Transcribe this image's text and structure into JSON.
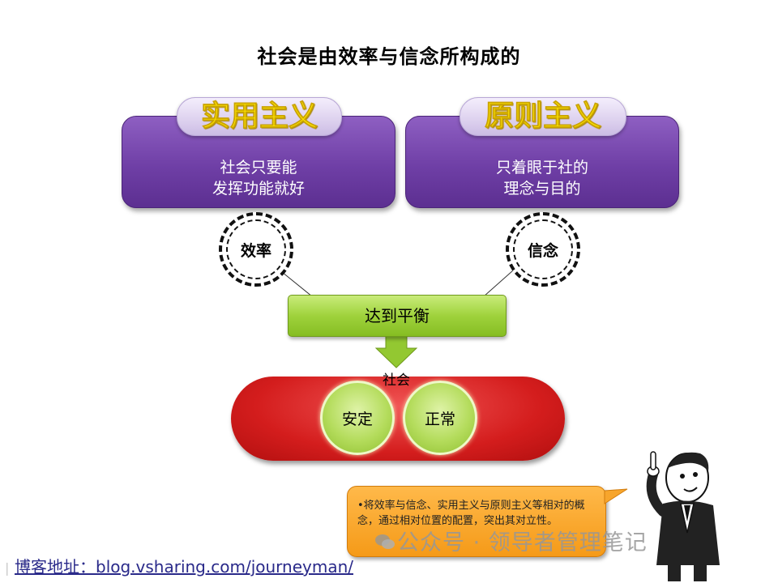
{
  "title": "社会是由效率与信念所构成的",
  "left": {
    "header": "实用主义",
    "body_line1": "社会只要能",
    "body_line2": "发挥功能就好",
    "circle": "效率"
  },
  "right": {
    "header": "原则主义",
    "body_line1": "只着眼于社的",
    "body_line2": "理念与目的",
    "circle": "信念"
  },
  "balance": "达到平衡",
  "society": {
    "label": "社会",
    "item1": "安定",
    "item2": "正常"
  },
  "callout": "•将效率与信念、实用主义与原则主义等相对的概念，通过相对位置的配置，突出其对立性。",
  "watermark": "公众号 · 领导者管理笔记",
  "footer": "博客地址：blog.vsharing.com/journeyman/",
  "colors": {
    "purple": "#6f3fa6",
    "yellow_text": "#ffe600",
    "green": "#9fd23c",
    "red": "#d41d1d",
    "orange": "#f59a18"
  }
}
